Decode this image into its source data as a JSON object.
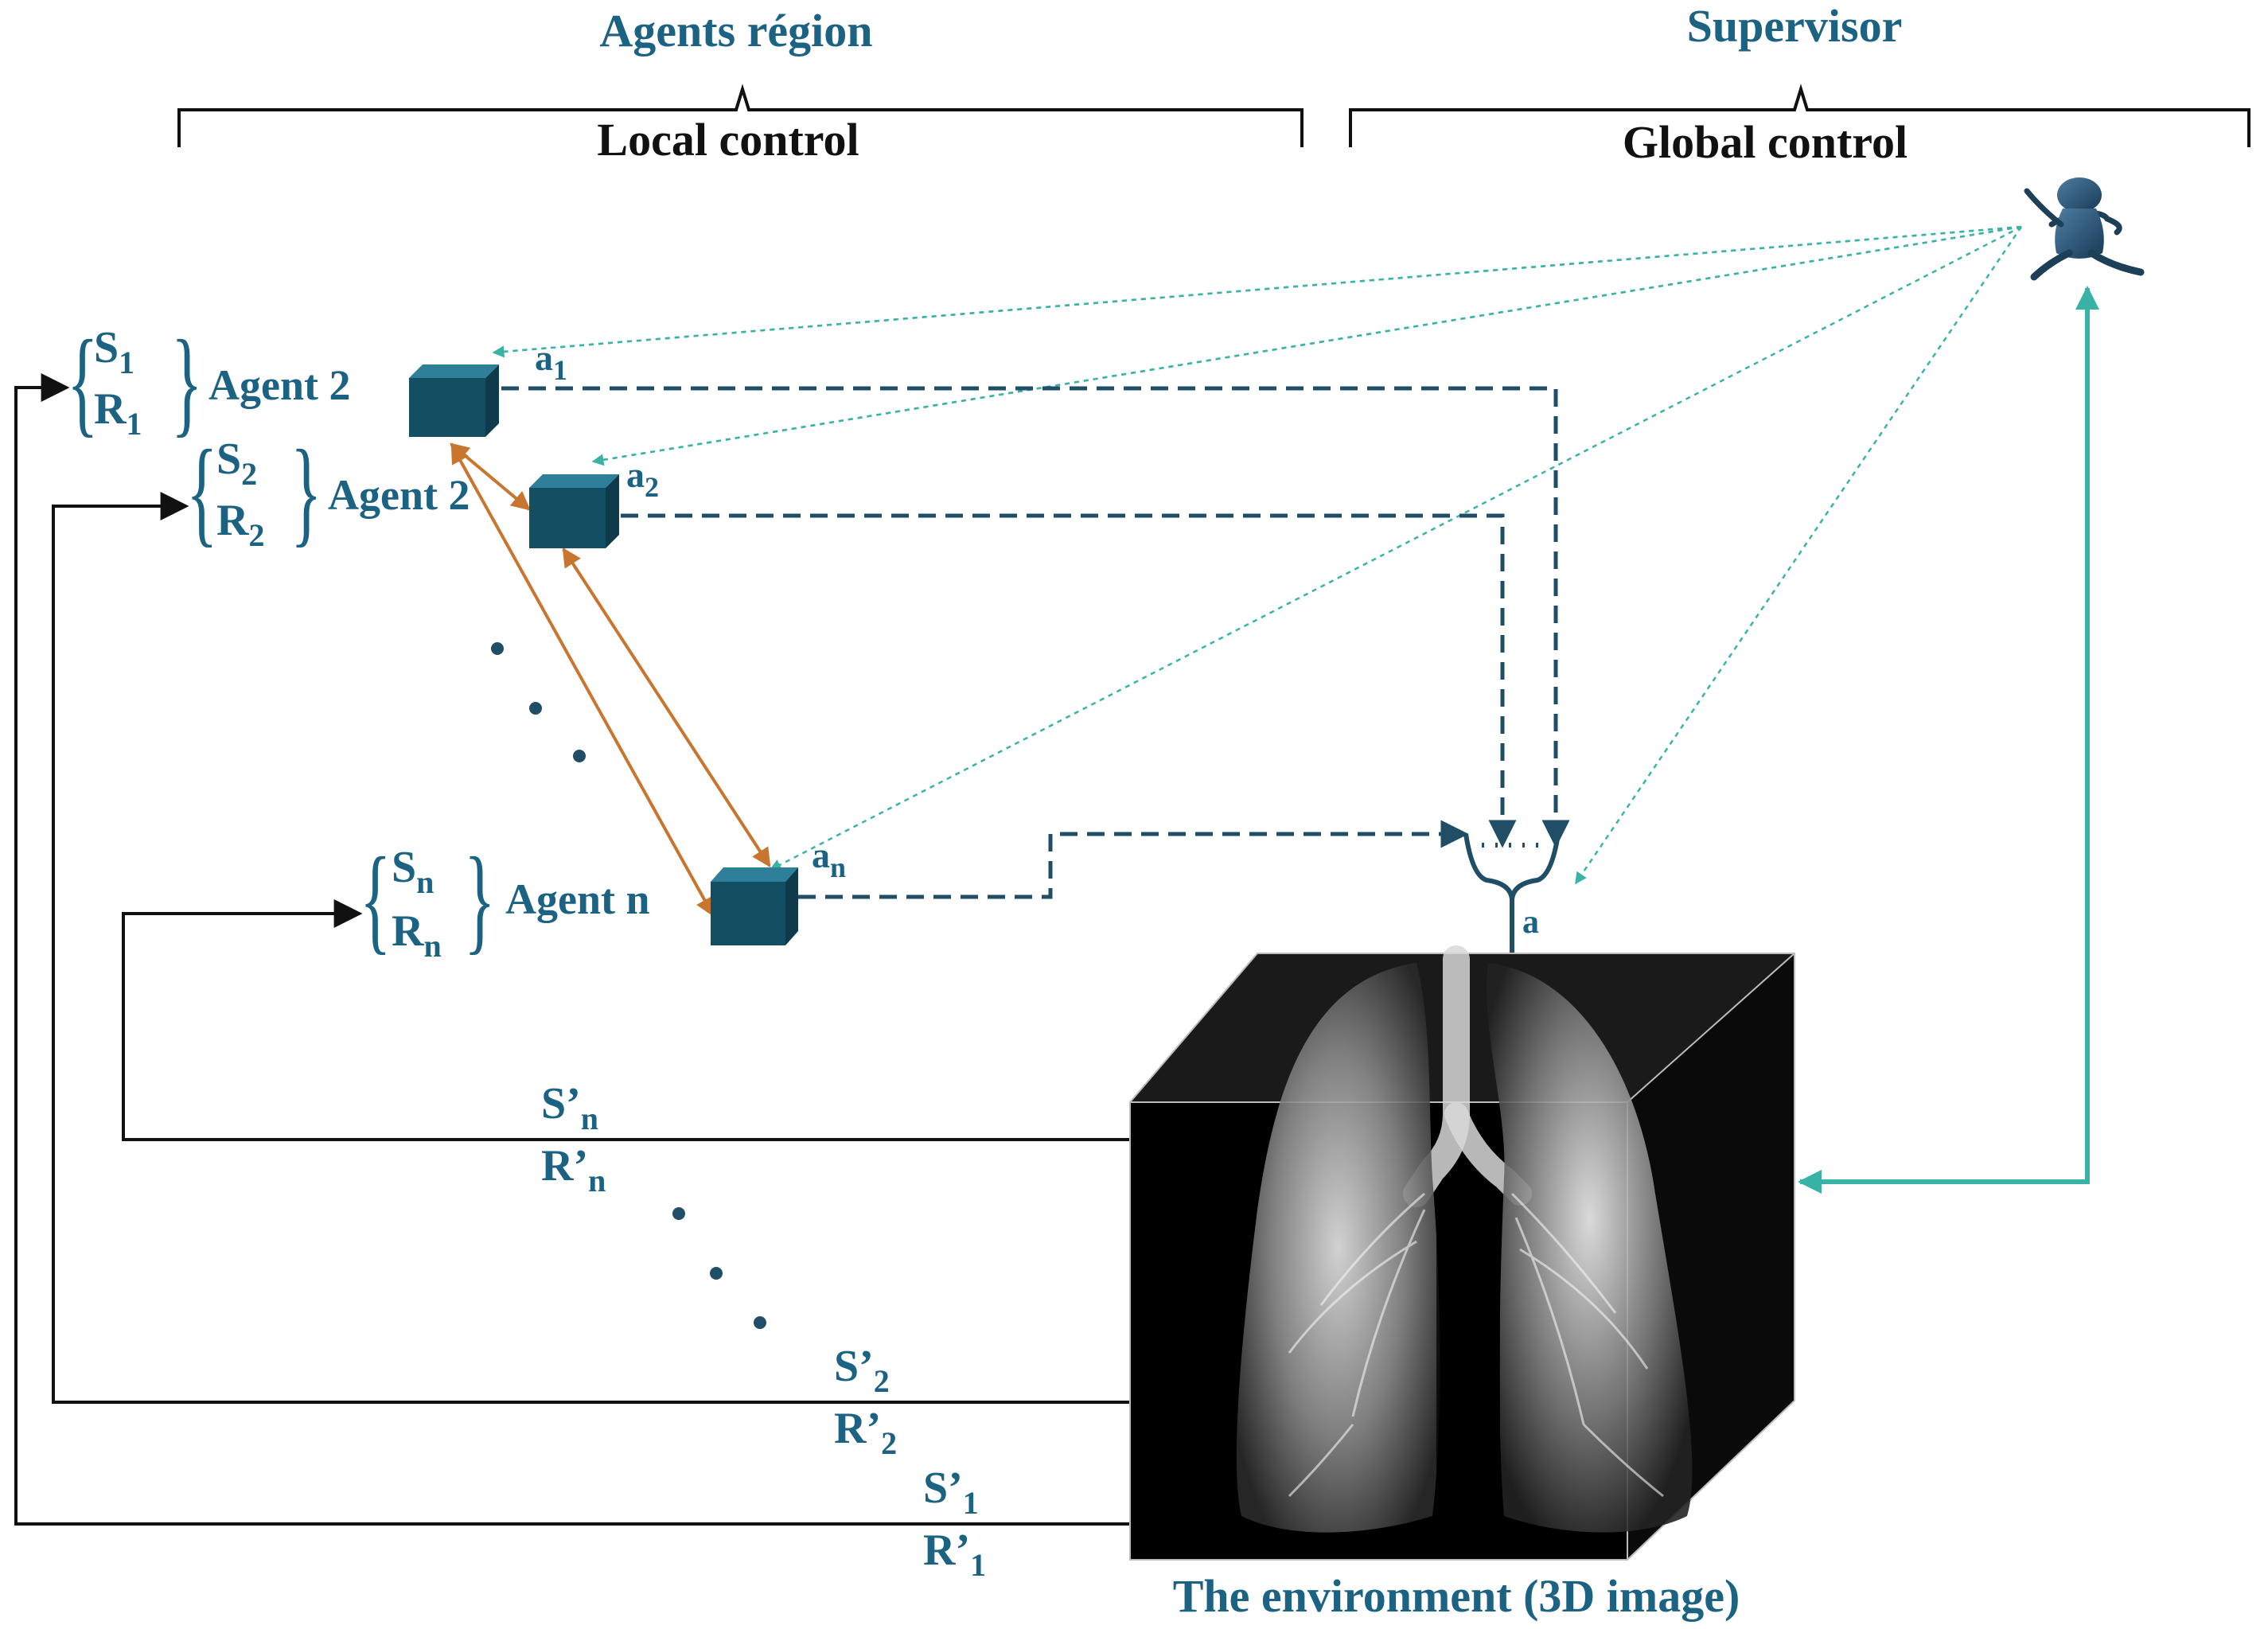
{
  "header": {
    "agents_title": "Agents région",
    "local_control": "Local control",
    "supervisor_title": "Supervisor",
    "global_control": "Global control"
  },
  "agents": [
    {
      "label": "Agent 2",
      "state": "S",
      "state_sub": "1",
      "reward": "R",
      "reward_sub": "1",
      "action": "a",
      "action_sub": "1"
    },
    {
      "label": "Agent 2",
      "state": "S",
      "state_sub": "2",
      "reward": "R",
      "reward_sub": "2",
      "action": "a",
      "action_sub": "2"
    },
    {
      "label": "Agent n",
      "state": "S",
      "state_sub": "n",
      "reward": "R",
      "reward_sub": "n",
      "action": "a",
      "action_sub": "n"
    }
  ],
  "combined_action": "a",
  "feedback": [
    {
      "state": "S’",
      "state_sub": "n",
      "reward": "R’",
      "reward_sub": "n"
    },
    {
      "state": "S’",
      "state_sub": "2",
      "reward": "R’",
      "reward_sub": "2"
    },
    {
      "state": "S’",
      "state_sub": "1",
      "reward": "R’",
      "reward_sub": "1"
    }
  ],
  "environment_label": "The environment (3D image)",
  "colors": {
    "agent_cube": "#134e63",
    "text_blue": "#1c6283",
    "dashed_action": "#1f4e66",
    "supervisor_link": "#3ab3a7",
    "agent_comm": "#c8752f",
    "feedback_line": "#111111"
  },
  "icons": [
    "supervisor-figure-icon",
    "agent-cube-icon",
    "lung-3d-image"
  ]
}
